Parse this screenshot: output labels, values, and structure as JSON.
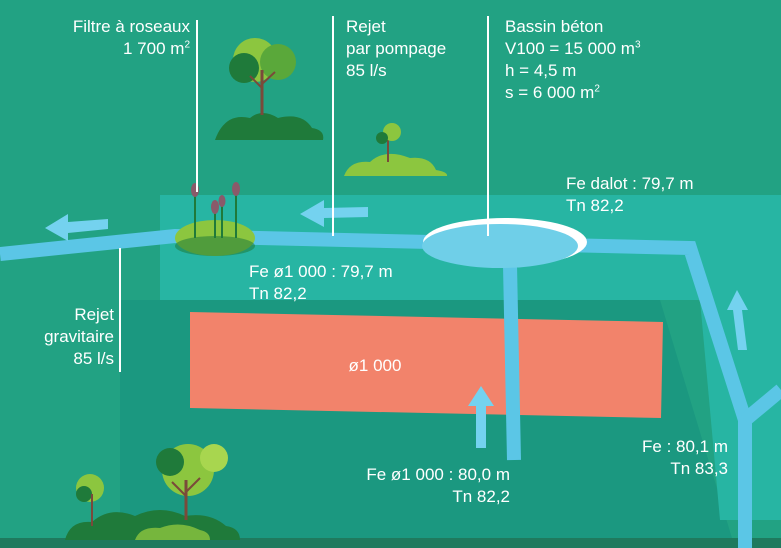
{
  "colors": {
    "background": "#22a283",
    "zone_dark": "#1a9a80",
    "zone_light": "#27b6a4",
    "pipe": "#5bc6e6",
    "pipe_arrow": "#74d2ef",
    "basin_fill": "#6fcfe8",
    "basin_rim": "#ffffff",
    "rect": "#f2836b",
    "tree_light": "#8cc63f",
    "tree_dark": "#1f7a3a",
    "text": "#ffffff"
  },
  "labels": {
    "filter": {
      "line1": "Filtre à roseaux",
      "line2": "1 700 m",
      "line2_sup": "2"
    },
    "pump": {
      "line1": "Rejet",
      "line2": "par pompage",
      "line3": "85 l/s"
    },
    "basin": {
      "line1": "Bassin béton",
      "line2": "V100 = 15 000 m",
      "line2_sup": "3",
      "line3": "h = 4,5 m",
      "line4": "s = 6 000 m",
      "line4_sup": "2"
    },
    "dalot": {
      "line1": "Fe dalot : 79,7 m",
      "line2": "Tn 82,2"
    },
    "fe1000_top": {
      "line1": "Fe ø1 000 : 79,7 m",
      "line2": "Tn 82,2"
    },
    "gravity": {
      "line1": "Rejet",
      "line2": "gravitaire",
      "line3": "85 l/s"
    },
    "rect": "ø1 000",
    "fe1000_bottom": {
      "line1": "Fe ø1 000 : 80,0 m",
      "line2": "Tn 82,2"
    },
    "fe_right": {
      "line1": "Fe : 80,1 m",
      "line2": "Tn 83,3"
    }
  },
  "icons": [
    "reed-plant-icon",
    "tree-icon",
    "bush-icon",
    "flow-arrow-icon"
  ]
}
